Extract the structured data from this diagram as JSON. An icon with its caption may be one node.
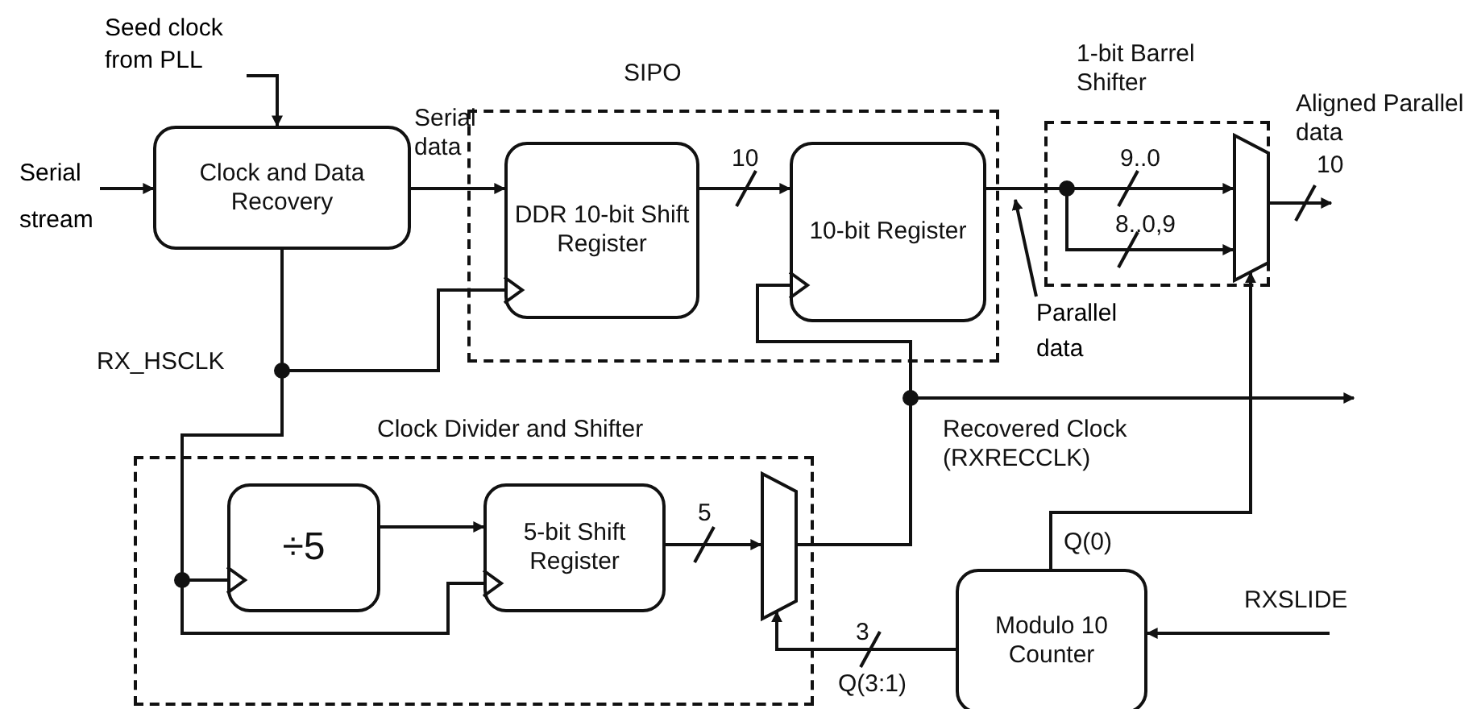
{
  "diagram": {
    "nodes": [
      {
        "text": [
          "SIPO"
        ]
      },
      {
        "text": [
          "DDR 10-bit Shift Register"
        ],
        "in": 0
      },
      {
        "text": [
          "10-bit Register"
        ],
        "in": 0
      },
      {
        "text": [
          "1-bit Barrel Shifter"
        ]
      },
      {
        "text": [],
        "shape": "trapezoid",
        "in": 3
      },
      {
        "text": [
          "Clock and Data Recovery"
        ]
      },
      {
        "text": [
          "Clock Divider and Shifter"
        ]
      },
      {
        "text": [
          "÷5"
        ],
        "in": 6
      },
      {
        "text": [
          "5-bit Shift Register"
        ],
        "in": 6
      },
      {
        "text": [],
        "shape": "trapezoid",
        "in": 6
      },
      {
        "text": [
          "Modulo 10 Counter"
        ]
      },
      {
        "text": [
          "Parallel data"
        ]
      },
      {
        "text": [
          "Serial stream"
        ]
      },
      {
        "text": [
          "Seed clock from PLL"
        ]
      }
    ],
    "edges": [
      {
        "from": 12,
        "to": 5,
        "arrow": "to"
      },
      {
        "from": 13,
        "to": 5,
        "arrow": "to"
      },
      {
        "from": 5,
        "to": 1,
        "arrow": "to"
      },
      {
        "from": 1,
        "to": 2,
        "arrow": "to"
      },
      {
        "from": 2,
        "to": 4,
        "arrow": "to"
      },
      {
        "from": 2,
        "to": 4,
        "arrow": "to"
      },
      {
        "from": 4,
        "to": null,
        "arrow": "to"
      },
      {
        "from": 5,
        "to": 1,
        "arrow": "to"
      },
      {
        "from": 5,
        "to": 7,
        "arrow": "to"
      },
      {
        "from": 5,
        "to": 8,
        "arrow": "to"
      },
      {
        "from": 7,
        "to": 8,
        "arrow": "to"
      },
      {
        "from": 8,
        "to": 9,
        "arrow": "to"
      },
      {
        "from": 9,
        "to": 2,
        "arrow": "to"
      },
      {
        "from": 9,
        "to": null,
        "arrow": "to"
      },
      {
        "from": 10,
        "to": 9,
        "arrow": "to"
      },
      {
        "from": 10,
        "to": 4,
        "arrow": "to"
      },
      {
        "from": null,
        "to": 10,
        "arrow": "to"
      },
      {
        "from": 11,
        "to": 2,
        "arrow": "to"
      }
    ],
    "labels": [
      "Serial data",
      "10",
      "9..0",
      "8..0,9",
      "Aligned Parallel data",
      "10",
      "RX_HSCLK",
      "Recovered Clock (RXRECCLK)",
      "5",
      "Q(0)",
      "RXSLIDE",
      "3",
      "Q(3:1)"
    ]
  }
}
